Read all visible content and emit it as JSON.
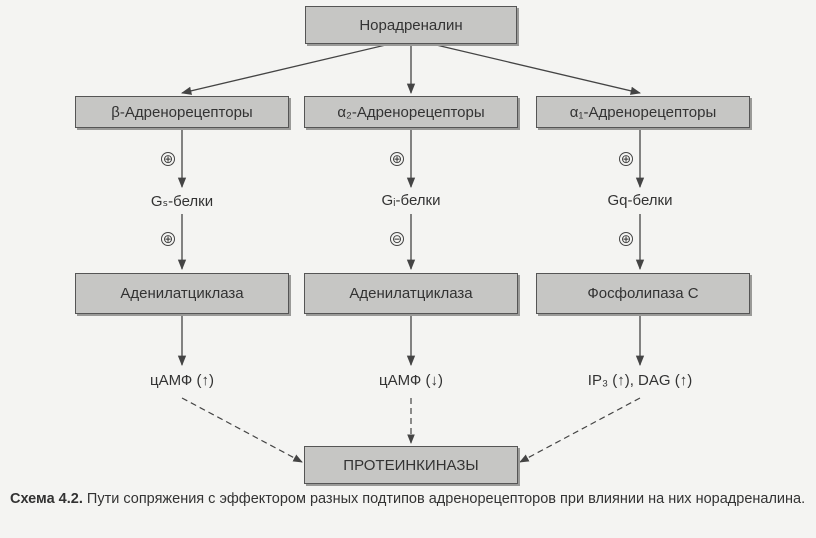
{
  "top": {
    "label": "Норадреналин"
  },
  "receptors": [
    {
      "label": "β-Адренорецепторы"
    },
    {
      "label": "α₂-Адренорецепторы"
    },
    {
      "label": "α₁-Адренорецепторы"
    }
  ],
  "signs_upper": [
    "⊕",
    "⊕",
    "⊕"
  ],
  "gproteins": [
    {
      "label": "Gₛ-белки"
    },
    {
      "label": "Gᵢ-белки"
    },
    {
      "label": "Gq-белки"
    }
  ],
  "signs_lower": [
    "⊕",
    "⊖",
    "⊕"
  ],
  "effectors": [
    {
      "label": "Аденилатциклаза"
    },
    {
      "label": "Аденилатциклаза"
    },
    {
      "label": "Фосфолипаза С"
    }
  ],
  "messengers": [
    {
      "label": "цАМФ (↑)"
    },
    {
      "label": "цАМФ (↓)"
    },
    {
      "label": "IP₃ (↑), DAG (↑)"
    }
  ],
  "bottom": {
    "label": "ПРОТЕИНКИНАЗЫ"
  },
  "caption": {
    "number": "Схема 4.2.",
    "text": "Пути сопряжения с эффектором разных подтипов адренорецепторов при влиянии на них норадреналина."
  }
}
